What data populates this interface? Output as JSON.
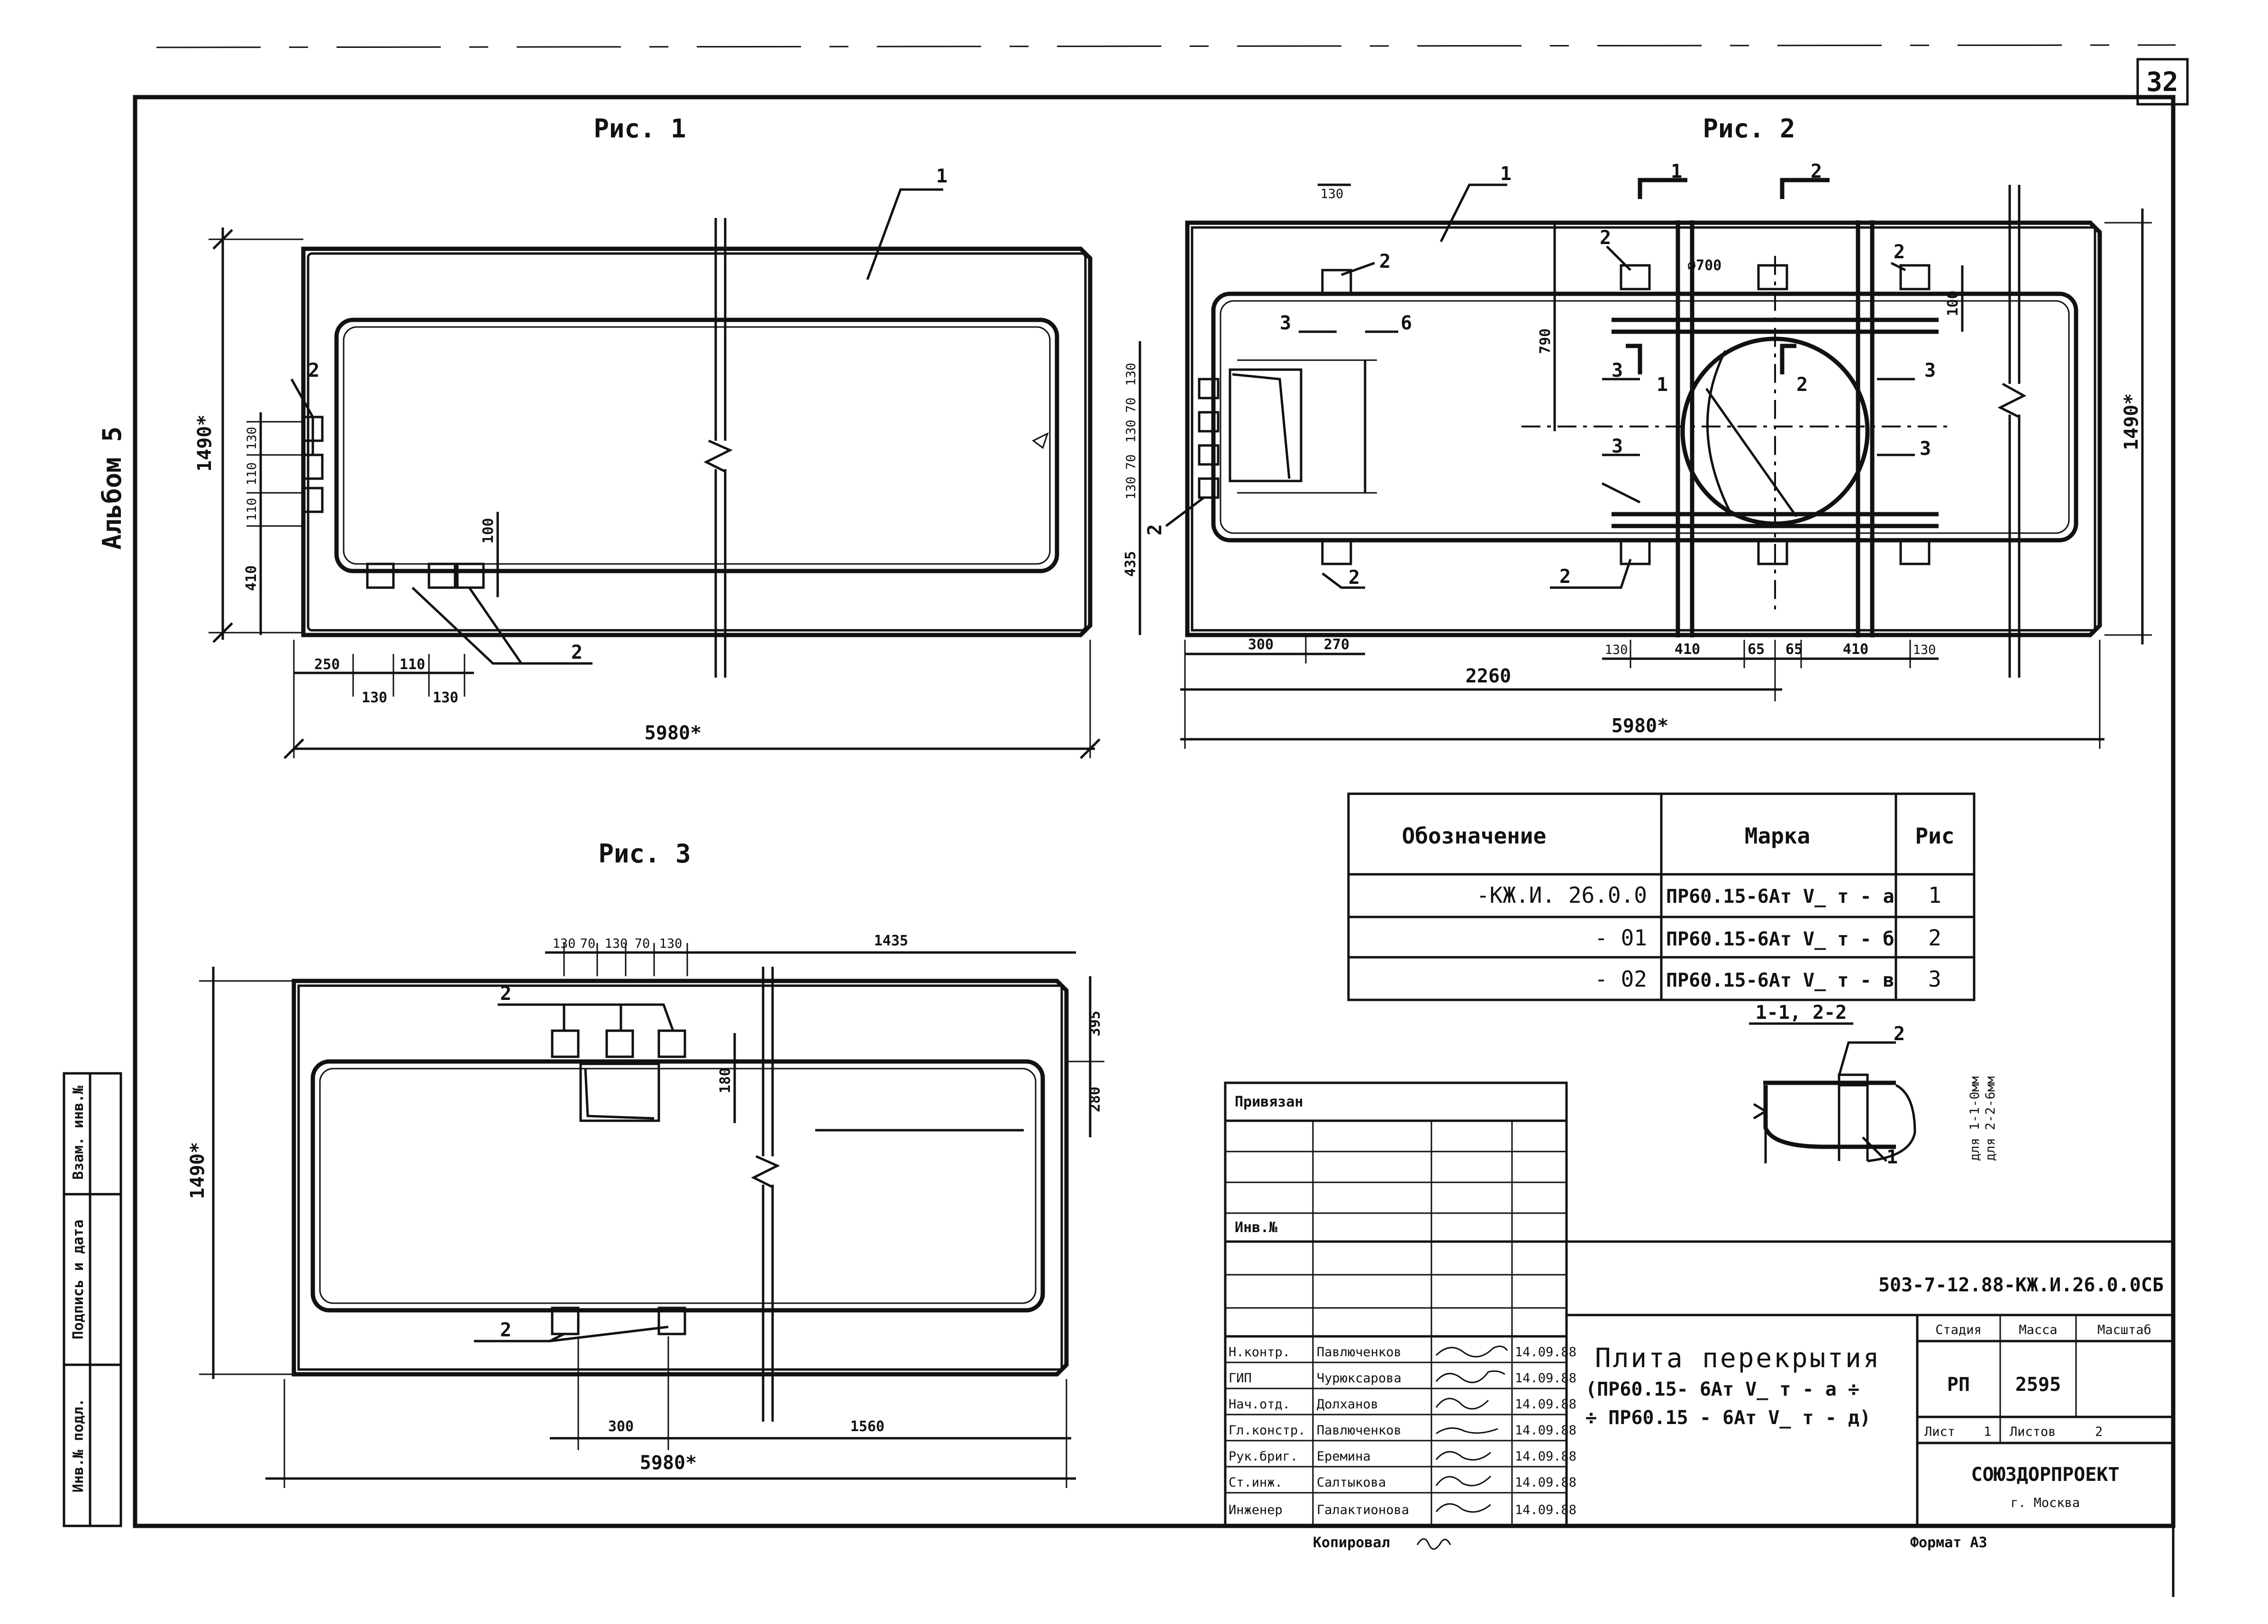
{
  "sheet": {
    "number": "32",
    "album": "Альбом 5"
  },
  "figures": {
    "fig1": {
      "title": "Рис. 1",
      "dims": {
        "overall_length": "5980*",
        "height": "1490*",
        "bottom_a": "250",
        "bottom_b": "110",
        "bottom_c": "130",
        "bottom_d": "130",
        "left_a": "410",
        "left_b": "110",
        "left_c": "110",
        "left_d": "130",
        "inner": "100"
      },
      "callouts": {
        "c1": "1",
        "c2a": "2",
        "c2b": "2"
      }
    },
    "fig2": {
      "title": "Рис. 2",
      "dims": {
        "overall_length": "5980*",
        "height": "1490*",
        "len_2260": "2260",
        "d_300": "300",
        "d_270": "270",
        "d_130_top": "130",
        "d_790": "790",
        "d_435": "435",
        "d_100": "100",
        "diameter": "⌀700",
        "b_130a": "130",
        "b_410a": "410",
        "b_65a": "65",
        "b_65b": "65",
        "b_410b": "410",
        "b_130b": "130",
        "l_130a": "130",
        "l_70a": "70",
        "l_130b": "130",
        "l_70b": "70",
        "l_130c": "130"
      },
      "sections": {
        "s1": "1",
        "s2": "2"
      },
      "callouts": {
        "c1": "1",
        "c2a": "2",
        "c2b": "2",
        "c2c": "2",
        "c2d": "2",
        "c2e": "2",
        "c2f": "2",
        "c3a": "3",
        "c3b": "3",
        "c3c": "3",
        "c3d": "3",
        "c3e": "3",
        "c6": "6"
      }
    },
    "fig3": {
      "title": "Рис. 3",
      "dims": {
        "overall_length": "5980*",
        "height": "1490*",
        "d_1435": "1435",
        "d_300": "300",
        "d_1560": "1560",
        "d_395": "395",
        "d_280": "280",
        "d_180": "180",
        "t_130a": "130",
        "t_70a": "70",
        "t_130b": "130",
        "t_70b": "70",
        "t_130c": "130"
      },
      "callouts": {
        "c2a": "2",
        "c2b": "2"
      }
    }
  },
  "spec_table": {
    "headers": [
      "Обозначение",
      "Марка",
      "Рис"
    ],
    "rows": [
      {
        "designation": "-КЖ.И. 26.0.0",
        "mark": "ПР60.15-6Ат V̲ т - а",
        "fig": "1"
      },
      {
        "designation": "- 01",
        "mark": "ПР60.15-6Ат V̲ т - б",
        "fig": "2"
      },
      {
        "designation": "- 02",
        "mark": "ПР60.15-6Ат V̲ т - в",
        "fig": "3"
      }
    ]
  },
  "section_detail": {
    "title": "1-1, 2-2",
    "callout_top": "2",
    "callout_bottom": "1",
    "note1": "для 1-1-0мм",
    "note2": "для 2-2-6мм"
  },
  "title_block": {
    "doc_code": "503-7-12.88-КЖ.И.26.0.0СБ",
    "privyazan": "Привязан",
    "inv_no": "Инв.№",
    "title_line1": "Плита перекрытия",
    "title_line2": "(ПР60.15- 6Ат V̲ т - а ÷",
    "title_line3": "÷ ПР60.15 - 6Ат V̲ т - д)",
    "stage_label": "Стадия",
    "mass_label": "Масса",
    "scale_label": "Масштаб",
    "stage": "РП",
    "mass": "2595",
    "sheet_label": "Лист",
    "sheet_no": "1",
    "sheets_label": "Листов",
    "sheets_total": "2",
    "org": "СОЮЗДОРПРОЕКТ",
    "city": "г. Москва",
    "copied": "Копировал",
    "format": "Формат А3",
    "staff": [
      {
        "role": "Н.контр.",
        "name": "Павлюченков",
        "date": "14.09.88"
      },
      {
        "role": "ГИП",
        "name": "Чурюксарова",
        "date": "14.09.88"
      },
      {
        "role": "Нач.отд.",
        "name": "Долханов",
        "date": "14.09.88"
      },
      {
        "role": "Гл.констр.",
        "name": "Павлюченков",
        "date": "14.09.88"
      },
      {
        "role": "Рук.бриг.",
        "name": "Еремина",
        "date": "14.09.88"
      },
      {
        "role": "Ст.инж.",
        "name": "Салтыкова",
        "date": "14.09.88"
      },
      {
        "role": "Инженер",
        "name": "Галактионова",
        "date": "14.09.88"
      }
    ]
  },
  "left_strip": [
    "Инв.№ подл.",
    "Подпись и дата",
    "Взам. инв.№"
  ]
}
